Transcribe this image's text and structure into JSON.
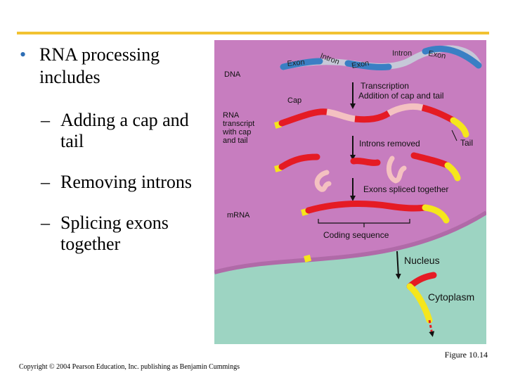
{
  "slide": {
    "bullet_main": "RNA processing includes",
    "sub_bullets": [
      "Adding a cap and tail",
      "Removing introns",
      "Splicing exons together"
    ],
    "bullet_marker": "•",
    "sub_marker": "–"
  },
  "diagram": {
    "dna_label": "DNA",
    "exon_left": "Exon",
    "intron_left": "Intron",
    "exon_mid": "Exon",
    "intron_right": "Intron",
    "exon_right": "Exon",
    "cap_label": "Cap",
    "step1_line1": "Transcription",
    "step1_line2": "Addition of cap and tail",
    "rna_line1": "RNA",
    "rna_line2": "transcript",
    "rna_line3": "with cap",
    "rna_line4": "and tail",
    "step2": "Introns removed",
    "tail_label": "Tail",
    "step3": "Exons spliced together",
    "mrna_label": "mRNA",
    "coding_label": "Coding sequence",
    "nucleus_label": "Nucleus",
    "cytoplasm_label": "Cytoplasm",
    "colors": {
      "nucleus": "#c77dbf",
      "cytoplasm": "#9dd4c2",
      "exon_rna": "#e51b24",
      "intron_rna": "#f4c1c1",
      "cap": "#f5e61c",
      "dna_blue": "#3a7fc4",
      "dna_gray": "#c6c8d8"
    }
  },
  "footer": {
    "figure": "Figure 10.14",
    "copyright": "Copyright © 2004 Pearson Education, Inc. publishing as Benjamin Cummings"
  }
}
